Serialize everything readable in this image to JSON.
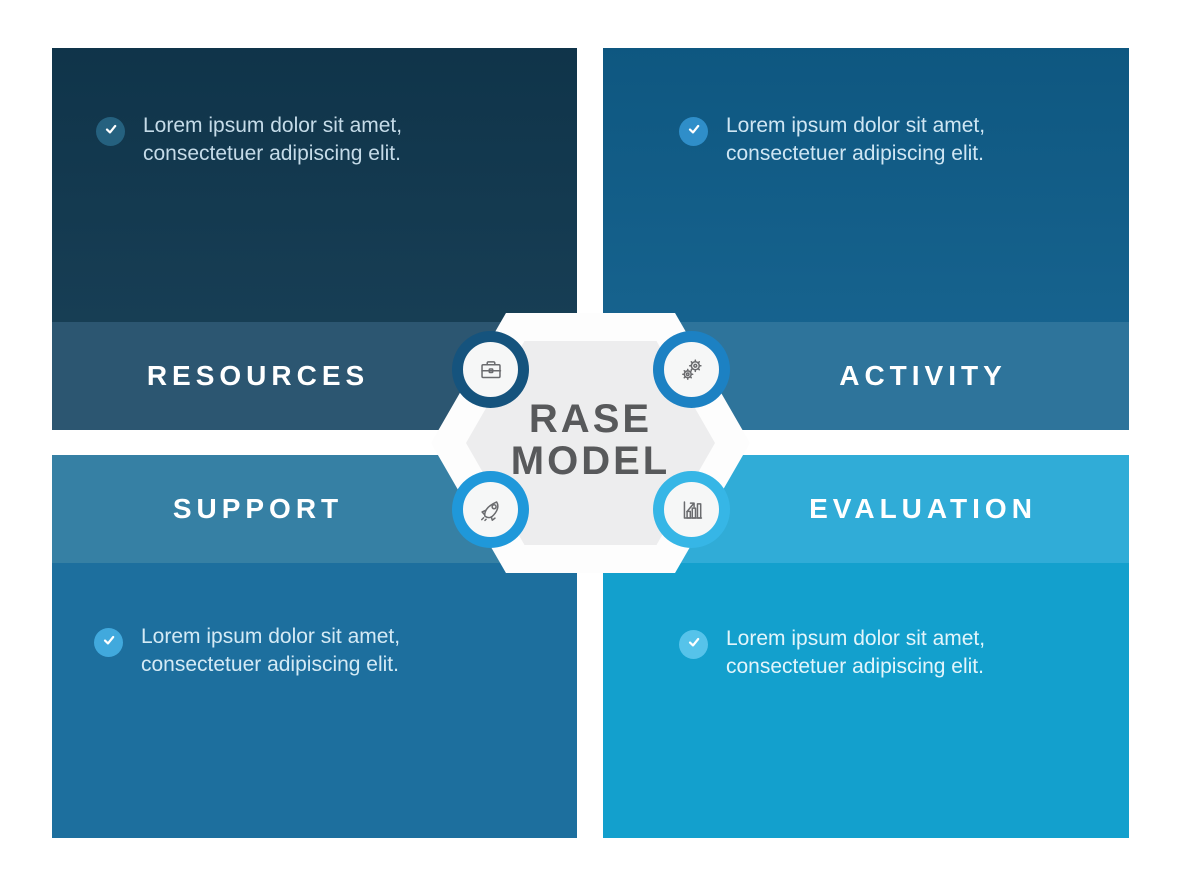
{
  "center": {
    "title_line1": "RASE",
    "title_line2": "MODEL"
  },
  "quadrants": [
    {
      "label": "RESOURCES",
      "desc_line1": "Lorem ipsum dolor sit amet,",
      "desc_line2": "consectetuer adipiscing elit.",
      "icon": "briefcase-icon"
    },
    {
      "label": "ACTIVITY",
      "desc_line1": "Lorem ipsum dolor sit amet,",
      "desc_line2": "consectetuer adipiscing elit.",
      "icon": "gears-icon"
    },
    {
      "label": "SUPPORT",
      "desc_line1": "Lorem ipsum dolor sit amet,",
      "desc_line2": "consectetuer adipiscing elit.",
      "icon": "rocket-icon"
    },
    {
      "label": "EVALUATION",
      "desc_line1": "Lorem ipsum dolor sit amet,",
      "desc_line2": "consectetuer adipiscing elit.",
      "icon": "bar-chart-icon"
    }
  ],
  "colors": {
    "page_bg": "#ffffff",
    "tl_body": "#113a52",
    "tl_band": "#2c5671",
    "tl_ring": "#15537d",
    "tl_check": "#25617f",
    "tl_text": "#c5dbe8",
    "tr_body": "#10618f",
    "tr_band": "#2e749b",
    "tr_ring": "#1c81c3",
    "tr_check": "#2f8ec9",
    "tr_text": "#cfe6f3",
    "bl_body": "#1d6f9e",
    "bl_band": "#3680a4",
    "bl_ring": "#1f98da",
    "bl_check": "#41a9dd",
    "bl_text": "#d4eaf5",
    "br_body": "#13a0cd",
    "br_band": "#30acd7",
    "br_ring": "#36b6e6",
    "br_check": "#56c3ea",
    "br_text": "#e2f5fb",
    "hex_outer": "#fdfdfd",
    "hex_inner": "#ededee",
    "title_color": "#58595b",
    "icon_stroke": "#6a6b6e",
    "label_color": "#ffffff"
  }
}
